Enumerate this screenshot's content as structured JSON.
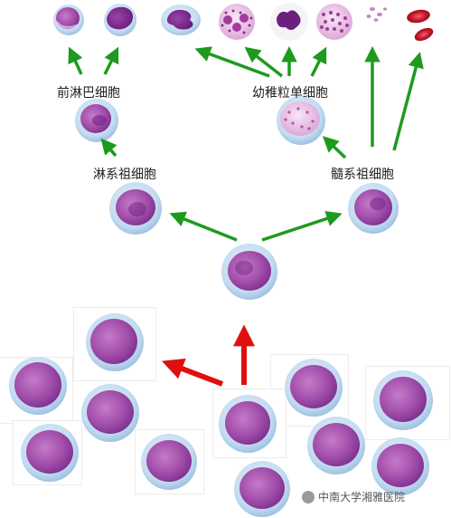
{
  "labels": {
    "lymphoid_precursor": "前淋巴细胞",
    "lymphoid_progenitor": "淋系祖细胞",
    "myeloid_progenitor": "髓系祖细胞",
    "immature_granulocyte": "幼稚粒单细胞"
  },
  "watermark": "中南大学湘雅医院",
  "colors": {
    "green_arrow": "#1e9a1e",
    "red_arrow": "#e01010",
    "cell_halo": "#bcd6ee",
    "cell_body": "#a94fb0",
    "cell_nucleus": "#8a2f96",
    "rbc": "#d01a2a",
    "platelet": "#c982c5"
  }
}
